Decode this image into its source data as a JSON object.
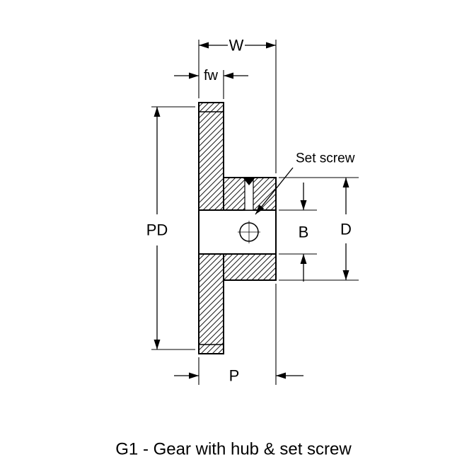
{
  "diagram": {
    "caption": "G1 - Gear with hub & set screw",
    "labels": {
      "overall_width": "W",
      "face_width": "fw",
      "pitch_diameter": "PD",
      "bore": "B",
      "hub_diameter": "D",
      "hub_projection": "P",
      "set_screw": "Set screw"
    },
    "colors": {
      "line": "#000000",
      "background": "#ffffff",
      "caption": "#3A3FC4"
    }
  }
}
